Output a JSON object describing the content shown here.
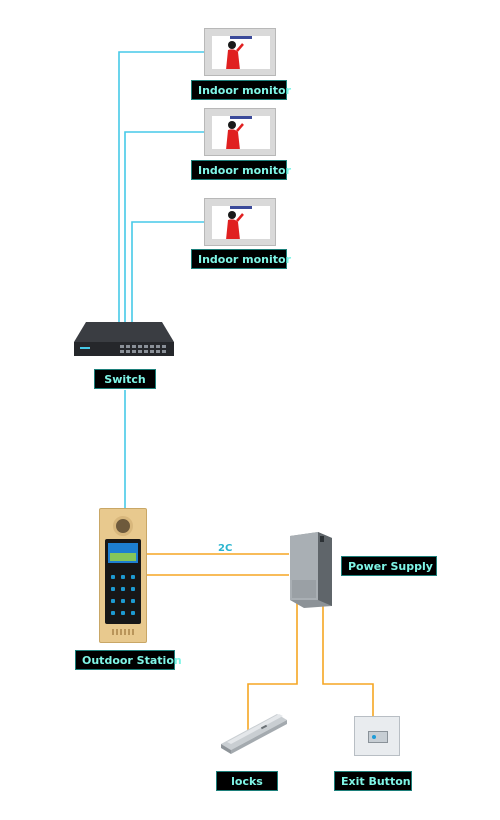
{
  "labels": {
    "monitor_1": "Indoor monitor",
    "monitor_2": "Indoor monitor",
    "monitor_3": "Indoor monitor",
    "switch": "Switch",
    "outdoor_station": "Outdoor Station",
    "power_supply": "Power Supply",
    "locks": "locks",
    "exit_button": "Exit Button"
  },
  "wire_label": "2C",
  "colors": {
    "network_wire": "#46c9e8",
    "power_wire": "#f5a623",
    "label_bg": "#000000",
    "label_text": "#7ff5e6"
  }
}
